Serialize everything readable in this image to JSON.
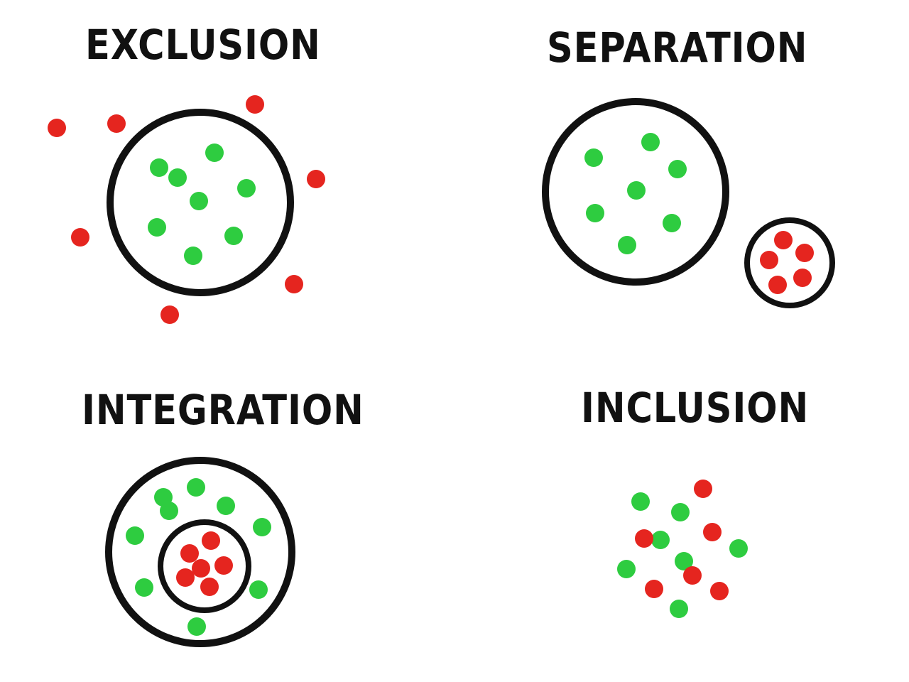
{
  "colors": {
    "stroke": "#111111",
    "majority": "#2ecc40",
    "minority": "#e5251f",
    "background": "#ffffff"
  },
  "panels": [
    {
      "key": "exclusion",
      "title": "EXCLUSION",
      "groups": [
        "main-circle"
      ],
      "majority_inside_main": 8,
      "minority_inside_main": 0,
      "minority_outside": 7
    },
    {
      "key": "separation",
      "title": "SEPARATION",
      "groups": [
        "main-circle",
        "separate-small-circle"
      ],
      "majority_inside_main": 7,
      "minority_inside_small": 5
    },
    {
      "key": "integration",
      "title": "INTEGRATION",
      "groups": [
        "main-circle",
        "nested-inner-circle"
      ],
      "majority_inside_main": 9,
      "minority_inside_inner": 6
    },
    {
      "key": "inclusion",
      "title": "INCLUSION",
      "groups": [],
      "majority_mixed": 7,
      "minority_mixed": 6
    }
  ]
}
